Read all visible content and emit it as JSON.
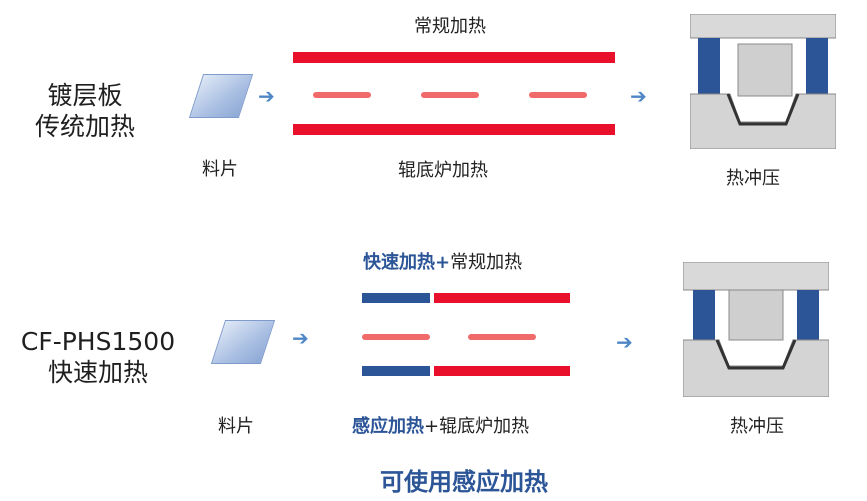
{
  "colors": {
    "red": "#e8102a",
    "pink": "#f06a6a",
    "blue": "#2c5597",
    "arrow": "#4f86c6",
    "title": "#2c5597"
  },
  "row1": {
    "label_line1": "镀层板",
    "label_line2": "传统加热",
    "sheet_label": "料片",
    "top_heat": "常规加热",
    "bottom_heat": "辊底炉加热",
    "press_label": "热冲压"
  },
  "row2": {
    "label_line1": "CF-PHS1500",
    "label_line2": "快速加热",
    "sheet_label": "料片",
    "top_heat_bold": "快速加热",
    "top_heat_plus": "+",
    "top_heat_rest": "常规加热",
    "bottom_heat_bold": "感应加热",
    "bottom_heat_plus": "+",
    "bottom_heat_rest": "辊底炉加热",
    "press_label": "热冲压"
  },
  "footer": {
    "title": "可使用感应加热"
  },
  "icons": [
    "sheet-icon",
    "right-arrow-icon",
    "hot-press-icon"
  ]
}
